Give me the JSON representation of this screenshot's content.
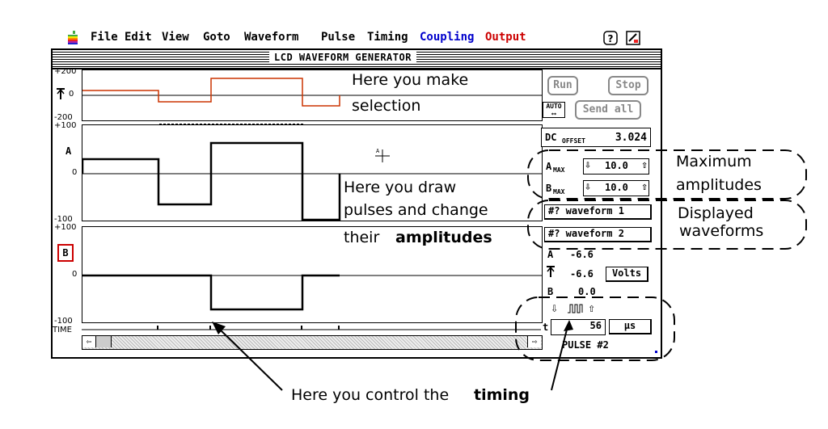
{
  "menubar": {
    "items": [
      {
        "label": "File",
        "color": "#000000"
      },
      {
        "label": "Edit",
        "color": "#000000"
      },
      {
        "label": "View",
        "color": "#000000"
      },
      {
        "label": "Goto",
        "color": "#000000"
      },
      {
        "label": "Waveform",
        "color": "#000000"
      },
      {
        "label": "Pulse",
        "color": "#000000"
      },
      {
        "label": "Timing",
        "color": "#000000"
      },
      {
        "label": "Coupling",
        "color": "#0000cc"
      },
      {
        "label": "Output",
        "color": "#cc0000"
      }
    ],
    "icons": [
      "apple-logo-icon",
      "help-icon",
      "app-status-icon"
    ]
  },
  "window": {
    "title": "LCD WAVEFORM GENERATOR"
  },
  "selection_panel": {
    "ticks": [
      "+200",
      "0",
      "-200"
    ],
    "waveform_color": "#cc3300",
    "annotation_line1": "Here you make",
    "annotation_line2": "selection"
  },
  "channel_a": {
    "label": "A",
    "ticks": [
      "+100",
      "0",
      "-100"
    ],
    "annotation_line1": "Here you draw",
    "annotation_line2": "pulses and change",
    "annotation_line3a": "their",
    "annotation_line3b": "amplitudes"
  },
  "channel_b": {
    "label": "B",
    "label_border_color": "#cc0000",
    "ticks": [
      "+100",
      "0",
      "-100"
    ]
  },
  "timeline": {
    "label": "TIME"
  },
  "controls": {
    "run_label": "Run",
    "stop_label": "Stop",
    "auto_label": "AUTO",
    "send_all_label": "Send all",
    "dc_offset_main": "DC",
    "dc_offset_sub": "OFFSET",
    "dc_offset_value": "3.024",
    "a_max_label": "A",
    "a_max_sub": "MAX",
    "a_max_value": "10.0",
    "b_max_label": "B",
    "b_max_sub": "MAX",
    "b_max_value": "10.0",
    "waveform1_label": "#? waveform 1",
    "waveform2_label": "#? waveform 2",
    "readout_a_label": "A",
    "readout_a_value": "-6.6",
    "readout_mid_value": "-6.6",
    "volts_label": "Volts",
    "readout_b_label": "B",
    "readout_b_value": "0.0",
    "t_label": "t",
    "t_value": "56",
    "unit_label": "µs",
    "pulse_label": "PULSE #2"
  },
  "annotations": {
    "max_amp_line1": "Maximum",
    "max_amp_line2": "amplitudes",
    "displayed_line1": "Displayed",
    "displayed_line2": "waveforms",
    "timing_prefix": "Here you control the",
    "timing_bold": "timing"
  }
}
